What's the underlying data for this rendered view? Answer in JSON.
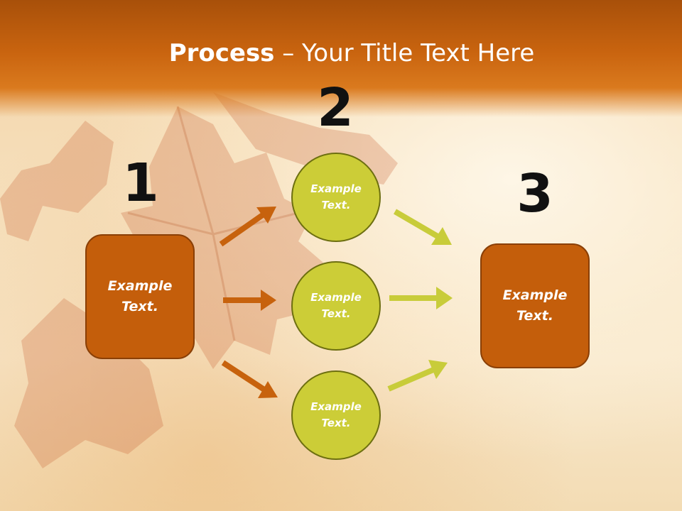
{
  "title": {
    "bold": "Process",
    "rest": " – Your Title Text Here"
  },
  "steps": {
    "step1": {
      "number": "1",
      "label": "Example Text."
    },
    "step2": {
      "number": "2",
      "items": [
        {
          "label": "Example Text."
        },
        {
          "label": "Example Text."
        },
        {
          "label": "Example Text."
        }
      ]
    },
    "step3": {
      "number": "3",
      "label": "Example Text."
    }
  },
  "colors": {
    "box_fill": "#c45e0b",
    "circle_fill": "#cccd37",
    "arrow_in": "#c7620d",
    "arrow_out": "#c8cc3a",
    "title_bar": "#c9640f"
  }
}
